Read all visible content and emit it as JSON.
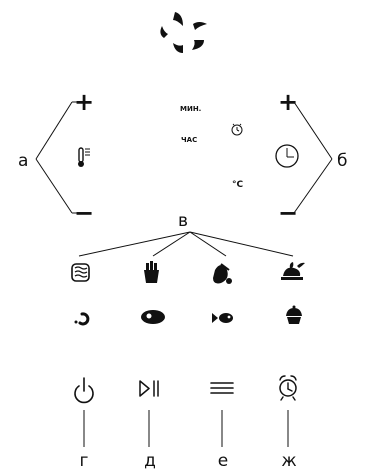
{
  "callouts": {
    "a": "а",
    "b": "б",
    "v": "в",
    "g": "г",
    "d": "д",
    "e": "е",
    "zh": "ж"
  },
  "left_group": {
    "plus": "+",
    "minus": "−"
  },
  "right_group": {
    "plus": "+",
    "minus": "−"
  },
  "display": {
    "minutes": "МИН.",
    "hours": "ЧАС",
    "celsius": "°C"
  },
  "program_icons": [
    "microwave-icon",
    "fries-icon",
    "chicken-leg-icon",
    "roast-chicken-icon",
    "shrimp-icon",
    "steak-icon",
    "fish-icon",
    "cupcake-icon"
  ],
  "control_icons": [
    "power-icon",
    "play-pause-icon",
    "menu-icon",
    "alarm-clock-icon"
  ]
}
